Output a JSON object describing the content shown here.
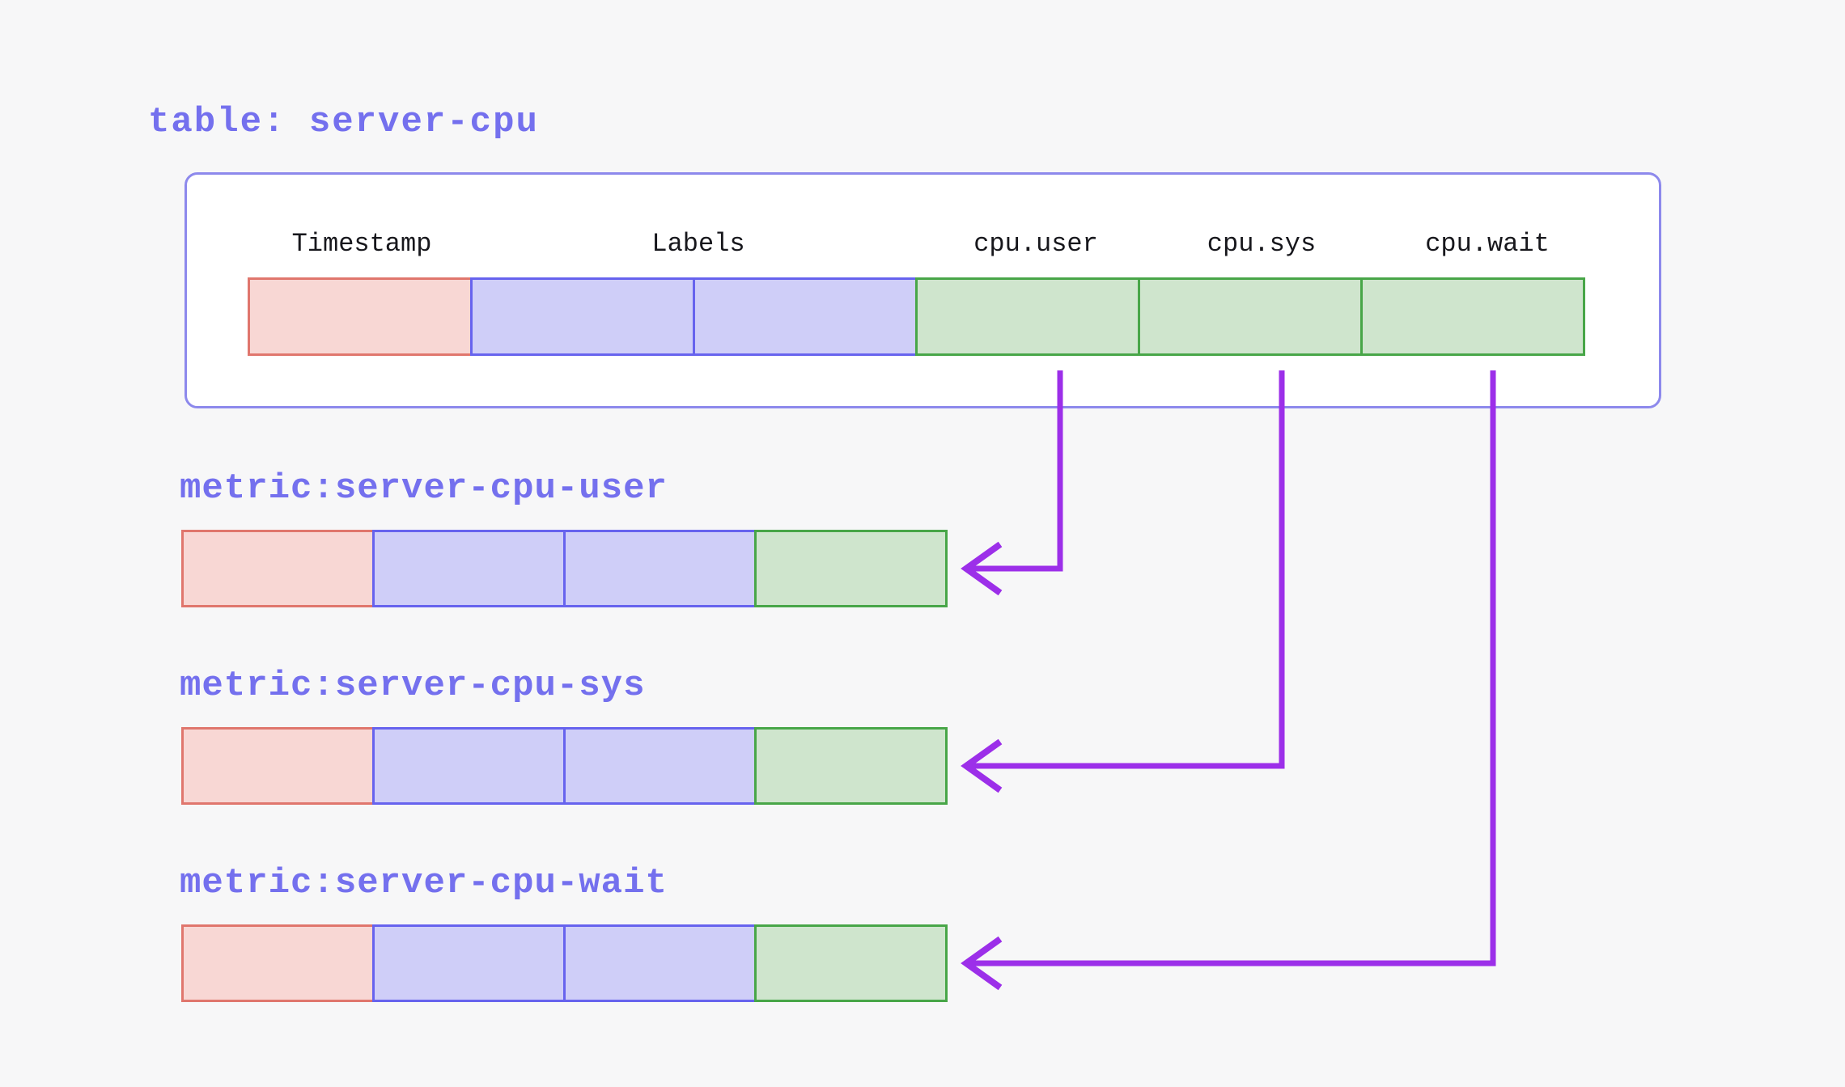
{
  "table_section": {
    "title": "table: server-cpu",
    "columns": [
      {
        "label": "Timestamp",
        "type": "timestamp"
      },
      {
        "label": "Labels",
        "type": "labels"
      },
      {
        "label": "cpu.user",
        "type": "value"
      },
      {
        "label": "cpu.sys",
        "type": "value"
      },
      {
        "label": "cpu.wait",
        "type": "value"
      }
    ],
    "row_cells": [
      "timestamp",
      "labels",
      "labels",
      "value",
      "value",
      "value"
    ]
  },
  "metrics": [
    {
      "label": "metric:server-cpu-user",
      "source_column": "cpu.user",
      "cells": [
        "timestamp",
        "labels",
        "labels",
        "value"
      ]
    },
    {
      "label": "metric:server-cpu-sys",
      "source_column": "cpu.sys",
      "cells": [
        "timestamp",
        "labels",
        "labels",
        "value"
      ]
    },
    {
      "label": "metric:server-cpu-wait",
      "source_column": "cpu.wait",
      "cells": [
        "timestamp",
        "labels",
        "labels",
        "value"
      ]
    }
  ],
  "colors": {
    "background": "#f7f7f8",
    "accent_text": "#7470ee",
    "header_text": "#17171c",
    "box_fill": "#ffffff",
    "box_border": "#8d89ec",
    "timestamp_fill": "#f8d7d4",
    "timestamp_border": "#e0766d",
    "labels_fill": "#cfcef8",
    "labels_border": "#6763ee",
    "value_fill": "#cfe5cd",
    "value_border": "#48a648",
    "arrow": "#9c2fe9"
  }
}
